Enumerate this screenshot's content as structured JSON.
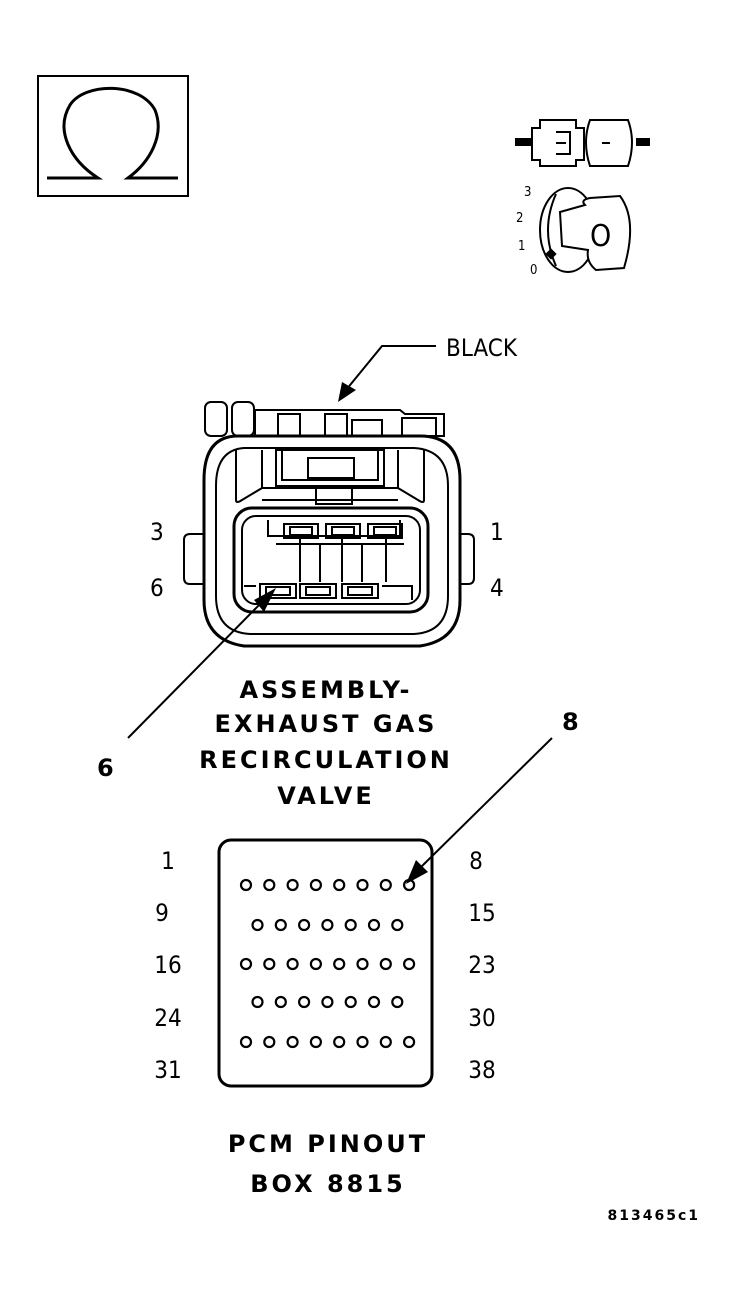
{
  "connector": {
    "color_label": "BLACK",
    "pin_labels": {
      "top_left": "3",
      "top_right": "1",
      "bottom_left": "6",
      "bottom_right": "4"
    },
    "callout": "6",
    "title_lines": [
      "ASSEMBLY-",
      "EXHAUST GAS",
      "RECIRCULATION",
      "VALVE"
    ]
  },
  "ignition": {
    "positions": [
      "3",
      "2",
      "1",
      "0"
    ],
    "key_label": "O"
  },
  "pcm_box": {
    "callout": "8",
    "left_labels": [
      "1",
      "9",
      "16",
      "24",
      "31"
    ],
    "right_labels": [
      "8",
      "15",
      "23",
      "30",
      "38"
    ],
    "row_pin_counts": [
      8,
      7,
      8,
      7,
      8
    ],
    "title_lines": [
      "PCM PINOUT",
      "BOX 8815"
    ]
  },
  "figure_id": "813465c1"
}
